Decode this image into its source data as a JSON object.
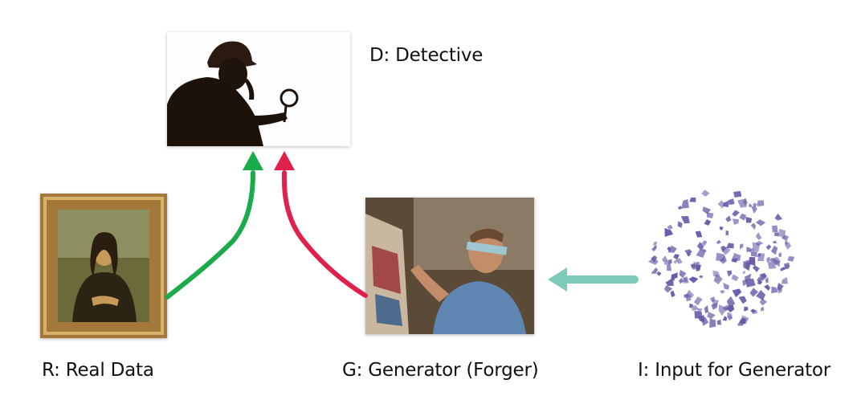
{
  "labels": {
    "detective": "D: Detective",
    "real_data": "R: Real Data",
    "generator": "G: Generator (Forger)",
    "input": "I: Input for Generator"
  },
  "colors": {
    "real_arrow": "#1aab4a",
    "fake_arrow": "#e0214c",
    "input_arrow": "#7ccbb8",
    "noise_particle": "#6a5aa8"
  }
}
